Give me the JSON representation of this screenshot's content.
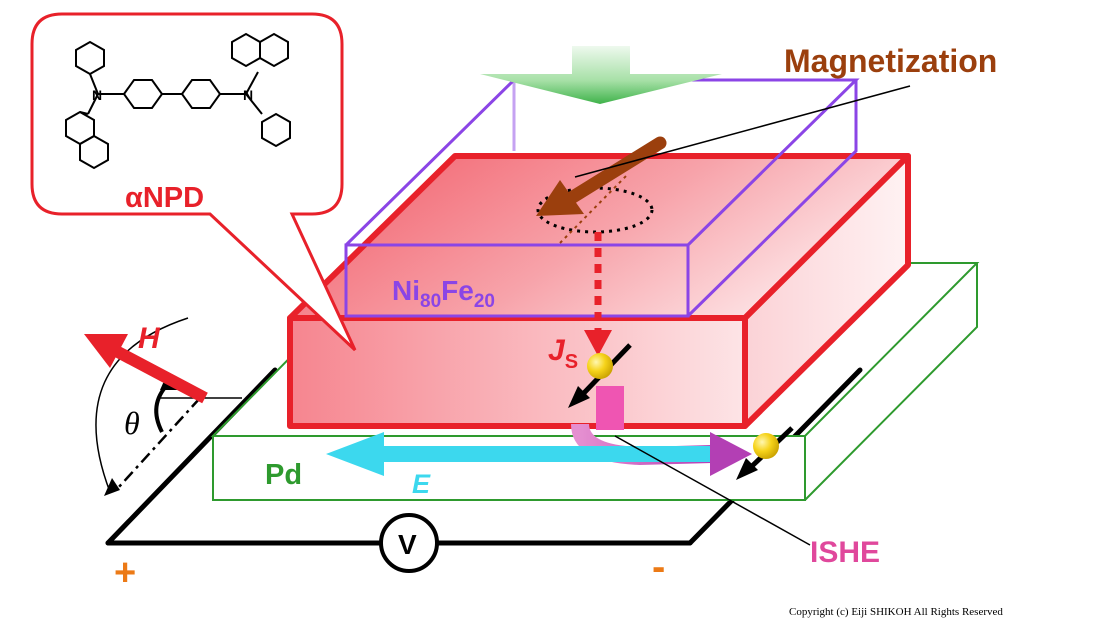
{
  "labels": {
    "magnetization": "Magnetization",
    "molecule": "αNPD",
    "nife_base": "Ni",
    "nife_sub1": "80",
    "nife_mid": "Fe",
    "nife_sub2": "20",
    "js_main": "J",
    "js_sub": "S",
    "h_field": "H",
    "theta": "θ",
    "pd": "Pd",
    "e_field": "E",
    "ishe": "ISHE",
    "voltmeter": "V",
    "plus": "+",
    "minus": "-",
    "copyright": "Copyright (c) Eiji SHIKOH All Rights Reserved"
  },
  "colors": {
    "nife": "#e8212a",
    "permalloy_box": "#8b45e6",
    "pd": "#2e9a2e",
    "magnetization": "#9b3f0d",
    "e_field": "#3cd8ee",
    "ishe": "#e0489c",
    "terminal": "#ec7a16",
    "spin": "#f5d10a"
  }
}
